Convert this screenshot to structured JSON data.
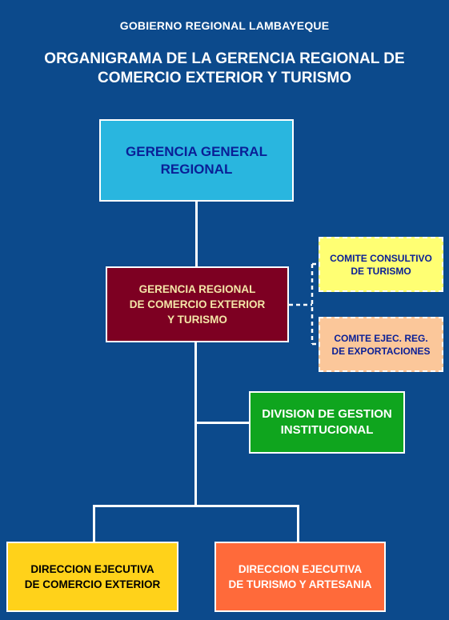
{
  "header": {
    "government": "GOBIERNO REGIONAL LAMBAYEQUE",
    "title_line1": "ORGANIGRAMA DE LA GERENCIA REGIONAL DE",
    "title_line2": "COMERCIO EXTERIOR Y TURISMO"
  },
  "nodes": {
    "gerencia_general": {
      "line1": "GERENCIA GENERAL",
      "line2": "REGIONAL"
    },
    "gerencia_regional": {
      "line1": "GERENCIA REGIONAL",
      "line2": "DE COMERCIO EXTERIOR",
      "line3": "Y TURISMO"
    },
    "comite_turismo": {
      "line1": "COMITE CONSULTIVO",
      "line2": "DE TURISMO"
    },
    "comite_exportaciones": {
      "line1": "COMITE EJEC. REG.",
      "line2": "DE EXPORTACIONES"
    },
    "division_gestion": {
      "line1": "DIVISION DE GESTION",
      "line2": "INSTITUCIONAL"
    },
    "direccion_comercio": {
      "line1": "DIRECCION EJECUTIVA",
      "line2": "DE COMERCIO EXTERIOR"
    },
    "direccion_turismo": {
      "line1": "DIRECCION EJECUTIVA",
      "line2": "DE TURISMO Y ARTESANIA"
    }
  },
  "colors": {
    "background": "#0c4a8c",
    "gerencia_general": "#29b6df",
    "gerencia_regional": "#7d0022",
    "comite_turismo": "#ffff73",
    "comite_exportaciones": "#fbc79a",
    "division_gestion": "#0fa51e",
    "direccion_comercio": "#ffd21a",
    "direccion_turismo": "#ff6a3a"
  }
}
